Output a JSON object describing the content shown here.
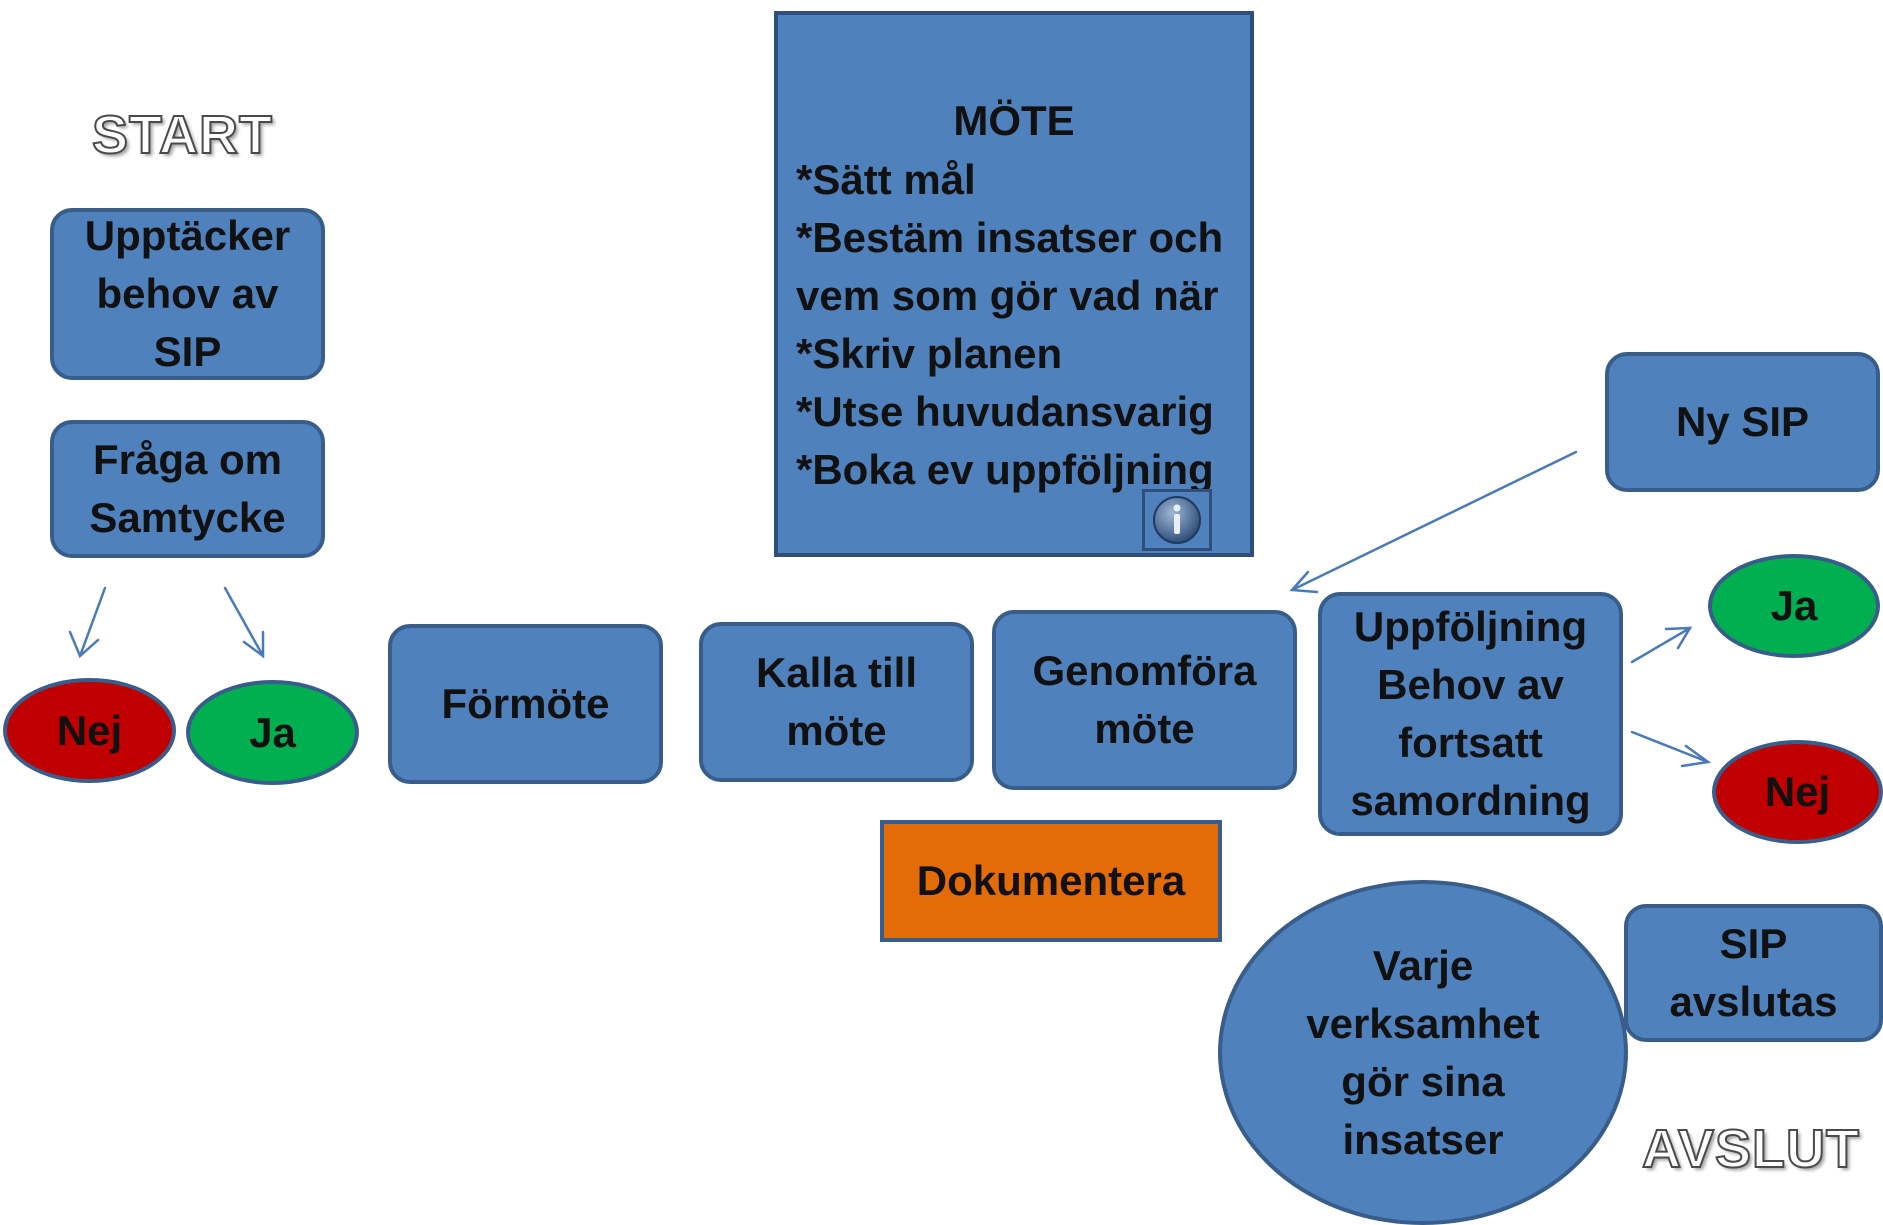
{
  "labels": {
    "start": "START",
    "end": "AVSLUT"
  },
  "nodes": {
    "upptacker": "Upptäcker\nbehov av\nSIP",
    "fraga": "Fråga om\nSamtycke",
    "nej_left": "Nej",
    "ja_left": "Ja",
    "formote": "Förmöte",
    "kalla": "Kalla till\nmöte",
    "genomfora": "Genomföra\nmöte",
    "uppfoljning": "Uppföljning\nBehov av\nfortsatt\nsamordning",
    "ny_sip": "Ny SIP",
    "ja_right": "Ja",
    "nej_right": "Nej",
    "dokumentera": "Dokumentera",
    "varje": "Varje\nverksamhet\ngör sina\ninsatser",
    "sip_avslutas": "SIP\navslutas"
  },
  "meeting": {
    "title": "MÖTE",
    "lines": [
      "*Sätt mål",
      "*Bestäm insatser och",
      "vem som gör vad när",
      "*Skriv planen",
      "*Utse huvudansvarig",
      "*Boka ev uppföljning"
    ],
    "info_icon": "info-icon"
  },
  "colors": {
    "node_fill": "#4f81bd",
    "node_border": "#385d8a",
    "yes": "#00b050",
    "no": "#c00000",
    "document": "#e36c09",
    "arrow": "#4a7ab8"
  }
}
